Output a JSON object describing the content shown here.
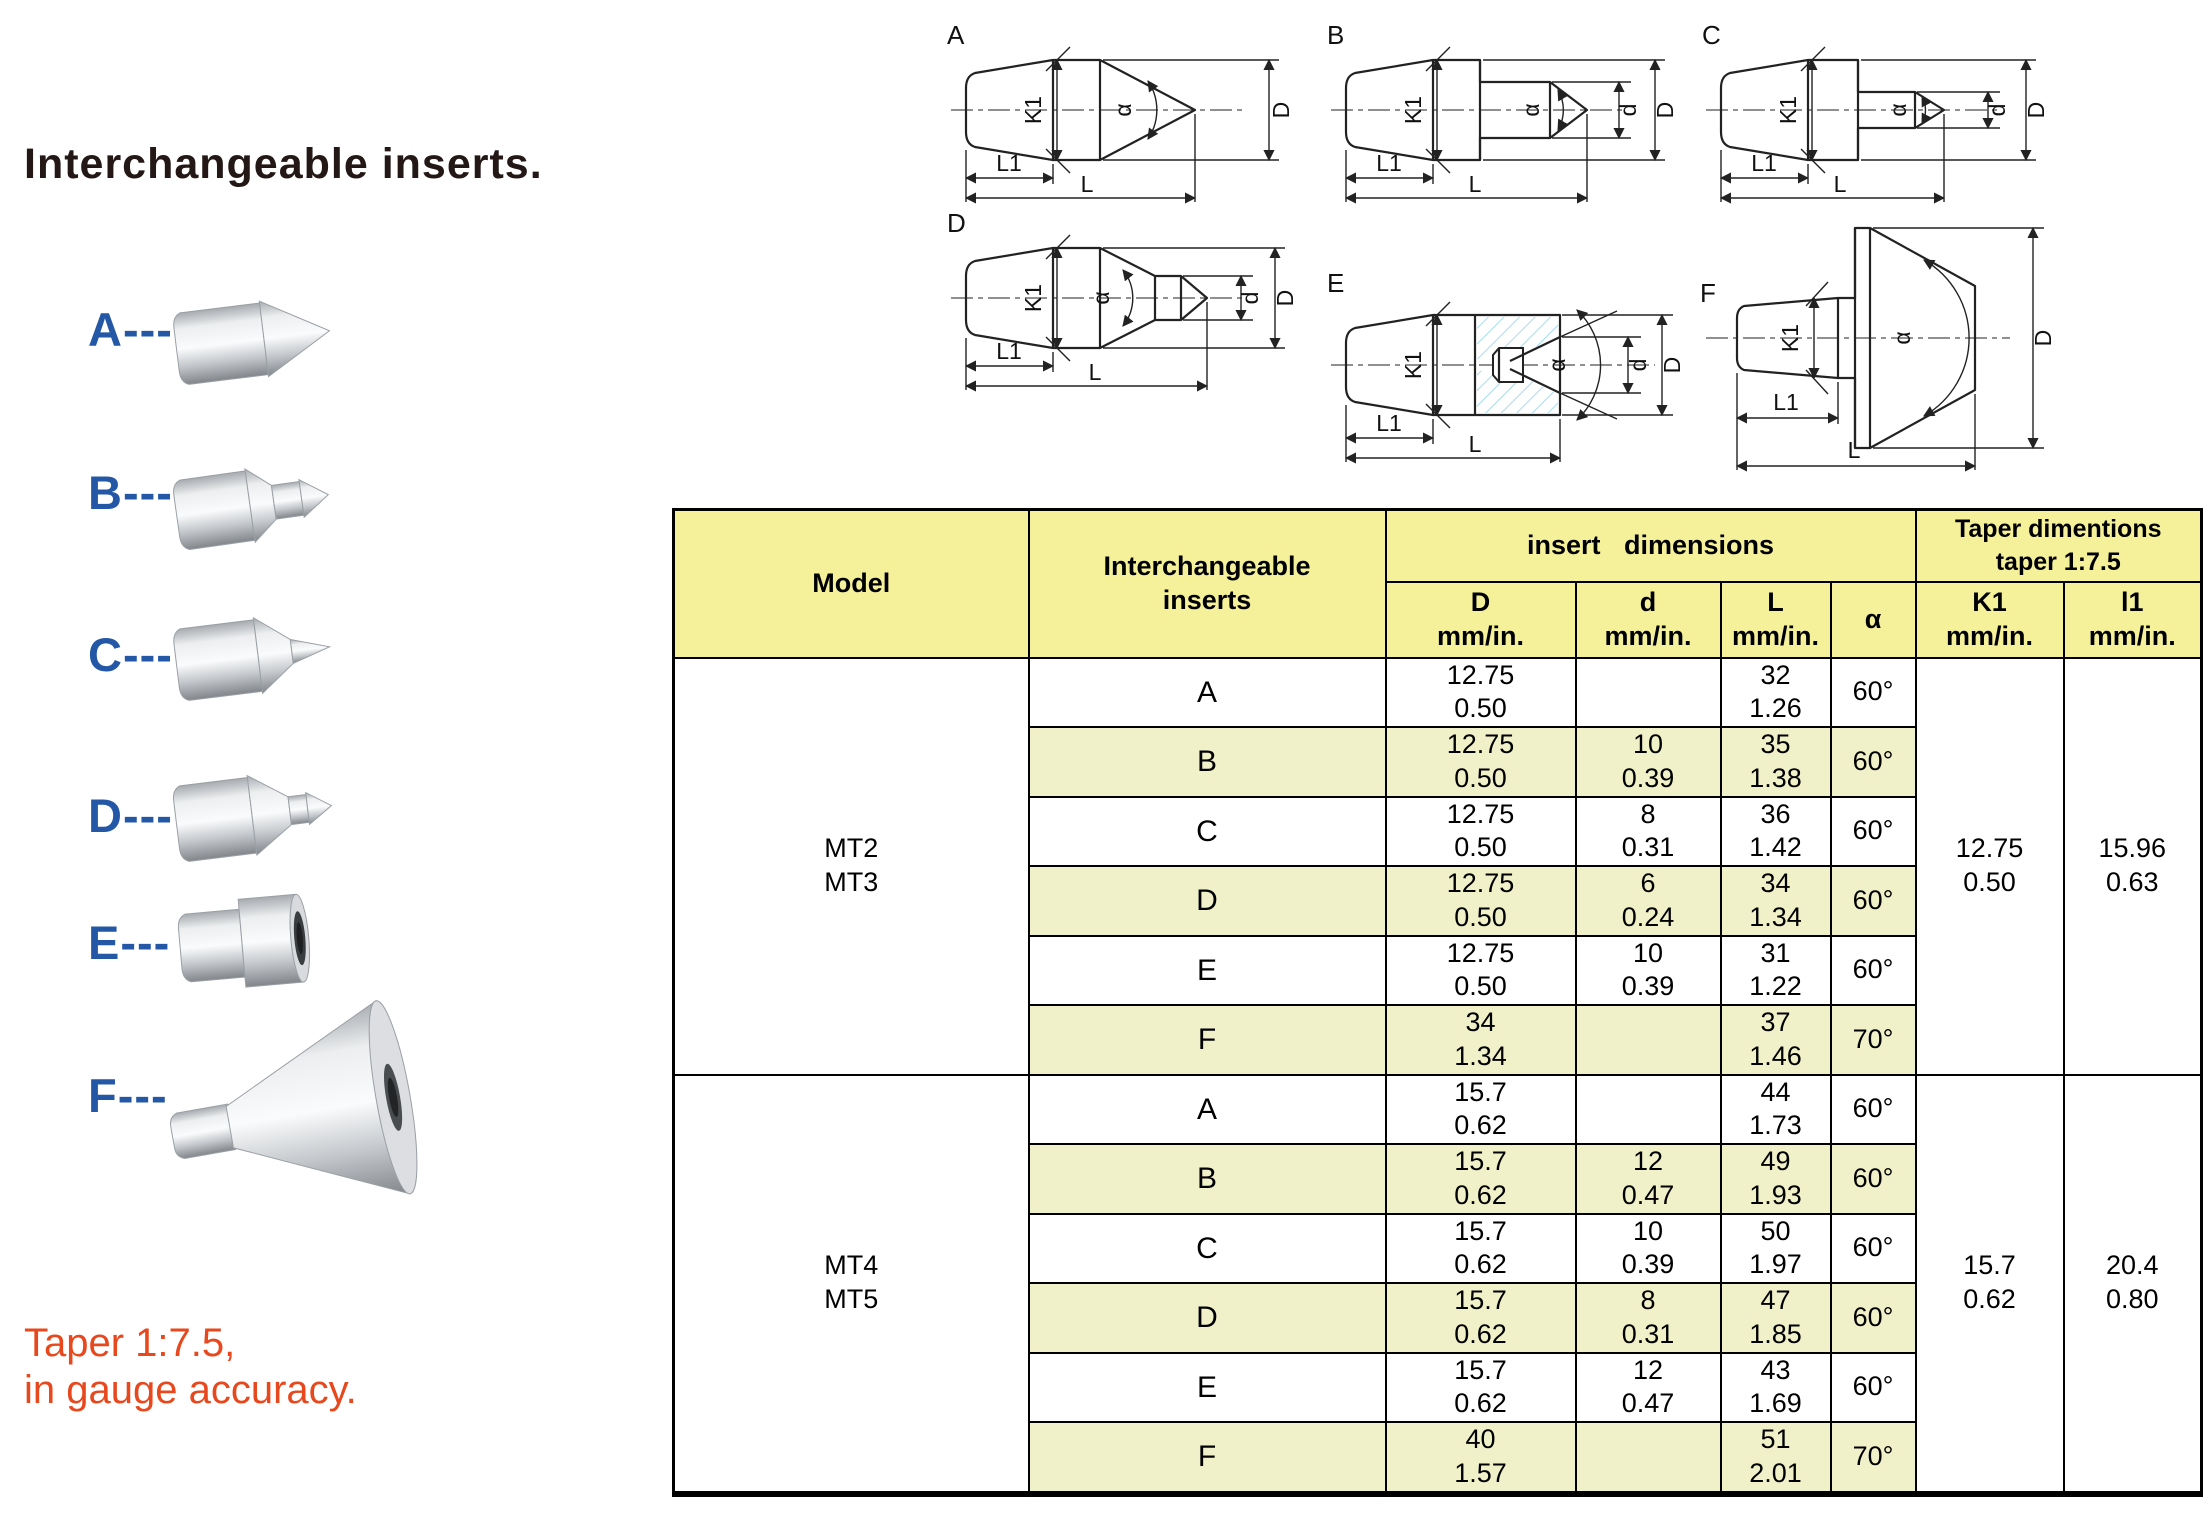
{
  "page": {
    "title": "Interchangeable inserts.",
    "note_line1": "Taper 1:7.5,",
    "note_line2": "in gauge accuracy.",
    "colors": {
      "accent_blue": "#2458a6",
      "accent_red": "#e8481d",
      "table_header_yellow": "#f5f19b",
      "table_stripe_yellow": "#f1f1c9"
    }
  },
  "left_panel": {
    "items": [
      {
        "label": "A---"
      },
      {
        "label": "B---"
      },
      {
        "label": "C---"
      },
      {
        "label": "D---"
      },
      {
        "label": "E---"
      },
      {
        "label": "F---"
      }
    ]
  },
  "diagrams": {
    "letters": [
      "A",
      "B",
      "C",
      "D",
      "E",
      "F"
    ],
    "dim": {
      "k1": "K1",
      "alpha": "α",
      "d": "d",
      "D": "D",
      "l1": "L1",
      "l": "L"
    }
  },
  "table": {
    "header": {
      "model": "Model",
      "inserts": "Interchangeable inserts",
      "insert_dims": "insert dimensions",
      "taper": "Taper dimentions taper 1:7.5",
      "col_D": "D",
      "col_d": "d",
      "col_L": "L",
      "col_alpha": "α",
      "col_K1": "K1",
      "col_l1": "l1",
      "unit": "mm/in."
    },
    "groups": [
      {
        "model": [
          "MT2",
          "MT3"
        ],
        "K1": [
          "12.75",
          "0.50"
        ],
        "l1": [
          "15.96",
          "0.63"
        ],
        "rows": [
          {
            "insert": "A",
            "D": [
              "12.75",
              "0.50"
            ],
            "d": [
              "",
              ""
            ],
            "L": [
              "32",
              "1.26"
            ],
            "a": "60°"
          },
          {
            "insert": "B",
            "D": [
              "12.75",
              "0.50"
            ],
            "d": [
              "10",
              "0.39"
            ],
            "L": [
              "35",
              "1.38"
            ],
            "a": "60°"
          },
          {
            "insert": "C",
            "D": [
              "12.75",
              "0.50"
            ],
            "d": [
              "8",
              "0.31"
            ],
            "L": [
              "36",
              "1.42"
            ],
            "a": "60°"
          },
          {
            "insert": "D",
            "D": [
              "12.75",
              "0.50"
            ],
            "d": [
              "6",
              "0.24"
            ],
            "L": [
              "34",
              "1.34"
            ],
            "a": "60°"
          },
          {
            "insert": "E",
            "D": [
              "12.75",
              "0.50"
            ],
            "d": [
              "10",
              "0.39"
            ],
            "L": [
              "31",
              "1.22"
            ],
            "a": "60°"
          },
          {
            "insert": "F",
            "D": [
              "34",
              "1.34"
            ],
            "d": [
              "",
              ""
            ],
            "L": [
              "37",
              "1.46"
            ],
            "a": "70°"
          }
        ]
      },
      {
        "model": [
          "MT4",
          "MT5"
        ],
        "K1": [
          "15.7",
          "0.62"
        ],
        "l1": [
          "20.4",
          "0.80"
        ],
        "rows": [
          {
            "insert": "A",
            "D": [
              "15.7",
              "0.62"
            ],
            "d": [
              "",
              ""
            ],
            "L": [
              "44",
              "1.73"
            ],
            "a": "60°"
          },
          {
            "insert": "B",
            "D": [
              "15.7",
              "0.62"
            ],
            "d": [
              "12",
              "0.47"
            ],
            "L": [
              "49",
              "1.93"
            ],
            "a": "60°"
          },
          {
            "insert": "C",
            "D": [
              "15.7",
              "0.62"
            ],
            "d": [
              "10",
              "0.39"
            ],
            "L": [
              "50",
              "1.97"
            ],
            "a": "60°"
          },
          {
            "insert": "D",
            "D": [
              "15.7",
              "0.62"
            ],
            "d": [
              "8",
              "0.31"
            ],
            "L": [
              "47",
              "1.85"
            ],
            "a": "60°"
          },
          {
            "insert": "E",
            "D": [
              "15.7",
              "0.62"
            ],
            "d": [
              "12",
              "0.47"
            ],
            "L": [
              "43",
              "1.69"
            ],
            "a": "60°"
          },
          {
            "insert": "F",
            "D": [
              "40",
              "1.57"
            ],
            "d": [
              "",
              ""
            ],
            "L": [
              "51",
              "2.01"
            ],
            "a": "70°"
          }
        ]
      }
    ]
  }
}
